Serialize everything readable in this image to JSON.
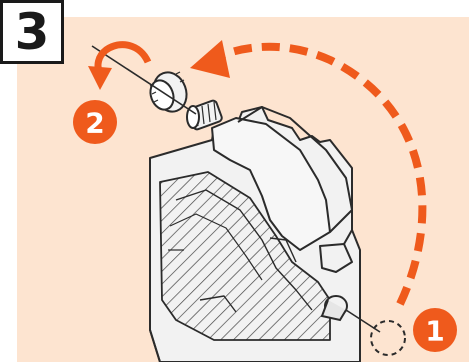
{
  "step": {
    "number": "3"
  },
  "callouts": [
    {
      "label": "1"
    },
    {
      "label": "2"
    }
  ],
  "colors": {
    "accent": "#ef5a1c",
    "panel": "#fde4d0",
    "outline": "#2b2b2b",
    "device_fill": "#f2f2f2"
  },
  "icons": [
    "rotate-arrow-icon",
    "curved-arrow-icon",
    "knob-cap-icon",
    "dashed-circle-icon"
  ]
}
